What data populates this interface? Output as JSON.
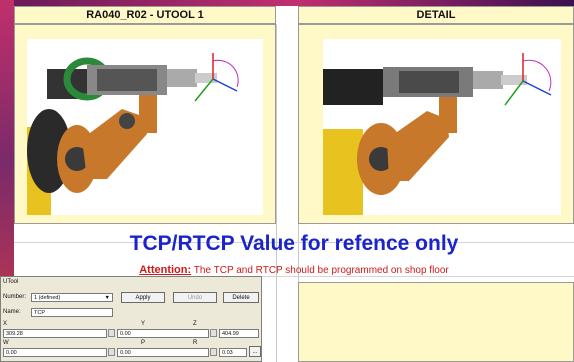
{
  "left_header": "RA040_R02 - UTOOL 1",
  "right_header": "DETAIL",
  "title": "TCP/RTCP Value for refence only",
  "attention_label": "Attention:",
  "attention_text": "The TCP and RTCP should be programmed on shop floor",
  "utool": {
    "title": "UTool",
    "number_label": "Number:",
    "number_value": "1 (defined)",
    "apply": "Apply",
    "undo": "Undo",
    "delete": "Delete",
    "name_label": "Name:",
    "name_value": "TCP",
    "x_label": "X",
    "y_label": "Y",
    "z_label": "Z",
    "x_value": "309.28",
    "y_value": "0.00",
    "z_value": "404.99",
    "w_label": "W",
    "p_label": "P",
    "r_label": "R",
    "w_value": "0.00",
    "p_value": "0.00",
    "r_value": "0.03",
    "dots": "..."
  },
  "colors": {
    "title": "#1a24c8",
    "attention": "#d01818",
    "panel": "#fff9c8",
    "robot_orange": "#c8782a"
  }
}
